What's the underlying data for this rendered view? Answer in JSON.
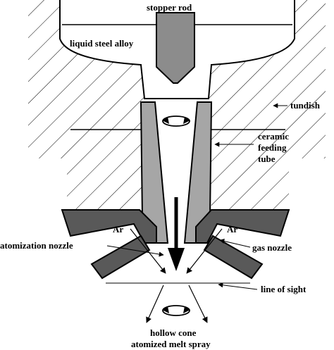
{
  "labels": {
    "stopper_rod": "stopper rod",
    "liquid_steel": "liquid steel alloy",
    "tundish": "tundish",
    "ceramic_1": "ceramic",
    "ceramic_2": "feeding",
    "ceramic_3": "tube",
    "ar_left": "Ar",
    "ar_right": "Ar",
    "atomization_nozzle": "atomization nozzle",
    "gas_nozzle": "gas nozzle",
    "line_of_sight": "line of sight",
    "spray_1": "hollow cone",
    "spray_2": "atomized melt spray"
  },
  "colors": {
    "stopper": "#8c8c8c",
    "tube": "#a6a6a6",
    "nozzle": "#595959",
    "line": "#000000"
  },
  "icons": {
    "rotation_upper": "rotation-arrow-icon",
    "rotation_lower": "rotation-arrow-icon"
  }
}
